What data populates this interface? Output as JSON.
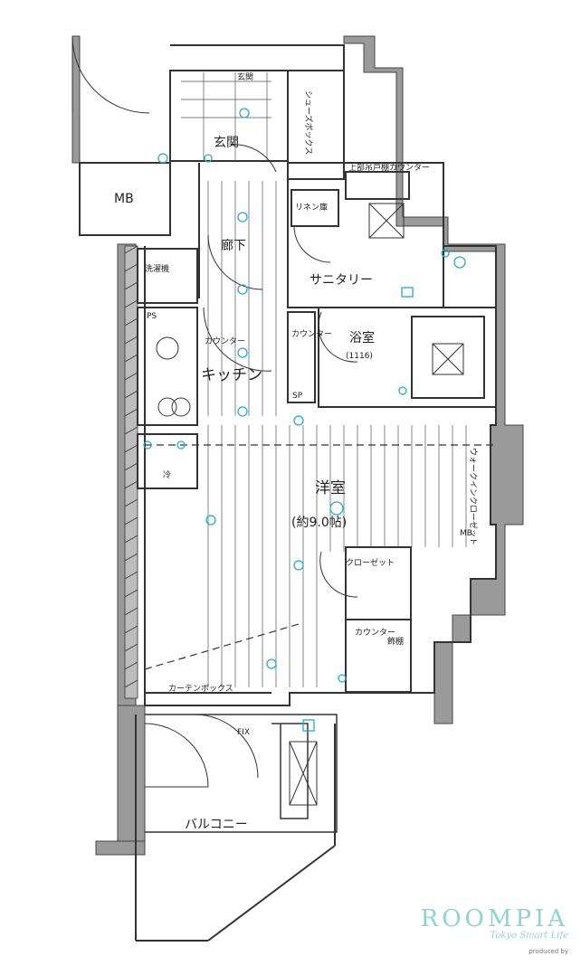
{
  "rooms": {
    "entrance": "玄関",
    "entrance_step": "玄関",
    "shoebox": "シューズボックス",
    "hallway": "廊下",
    "linen": "リネン庫",
    "upper_cabinet": "上部吊戸棚カウンター",
    "sanitary": "サニタリー",
    "washer": "洗濯機",
    "ps": "PS",
    "kitchen_counter": "カウンター",
    "kitchen": "キッチン",
    "counter_vertical": "カウンター",
    "bath": "浴室",
    "bath_size": "(1116)",
    "fridge": "冷",
    "western": "洋室",
    "western_size": "(約9.0帖)",
    "wardrobe": "ウォークインクローゼット",
    "closet": "クローゼット",
    "counter2": "カウンター",
    "shelf": "飾棚",
    "curtain_box": "カーテンボックス",
    "fix": "FIX",
    "balcony": "バルコニー",
    "mb": "MB",
    "mb_small": "MB",
    "sp": "SP"
  },
  "brand": {
    "name": "ROOMPIA",
    "tagline": "Tokyo Smart Life",
    "produced_by": "produced by"
  },
  "colors": {
    "wall_gray": "#9a9a9a",
    "line": "#333333",
    "accent_cyan": "#29a8c9"
  }
}
